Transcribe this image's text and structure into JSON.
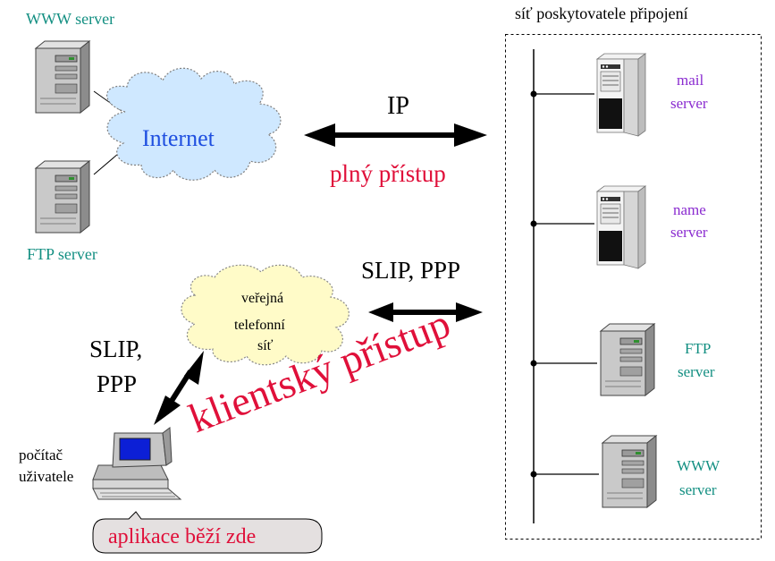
{
  "left_servers": {
    "www_label": "WWW server",
    "ftp_label": "FTP server"
  },
  "internet_cloud": {
    "label": "Internet"
  },
  "phone_cloud": {
    "line1": "veřejná",
    "line2": "telefonní",
    "line3": "síť"
  },
  "full_access": {
    "protocol": "IP",
    "label": "plný přístup"
  },
  "client_access": {
    "protocol": "SLIP, PPP",
    "client_protocol_line1": "SLIP,",
    "client_protocol_line2": "PPP",
    "label": "klientský přístup"
  },
  "user_computer": {
    "line1": "počítač",
    "line2": "uživatele"
  },
  "callout": {
    "label": "aplikace běží zde"
  },
  "provider_network": {
    "title": "síť poskytovatele připojení",
    "servers": [
      {
        "line1": "mail",
        "line2": "server"
      },
      {
        "line1": "name",
        "line2": "server"
      },
      {
        "line1": "FTP",
        "line2": "server"
      },
      {
        "line1": "WWW",
        "line2": "server"
      }
    ]
  },
  "colors": {
    "teal": "#138f82",
    "purple": "#8a2bd0",
    "red": "#e0103a",
    "internet_text": "#1f4fe0",
    "cloud_fill": "#cfe8ff",
    "phone_cloud_fill": "#fffbc8",
    "callout_fill": "#e4e0e0"
  }
}
